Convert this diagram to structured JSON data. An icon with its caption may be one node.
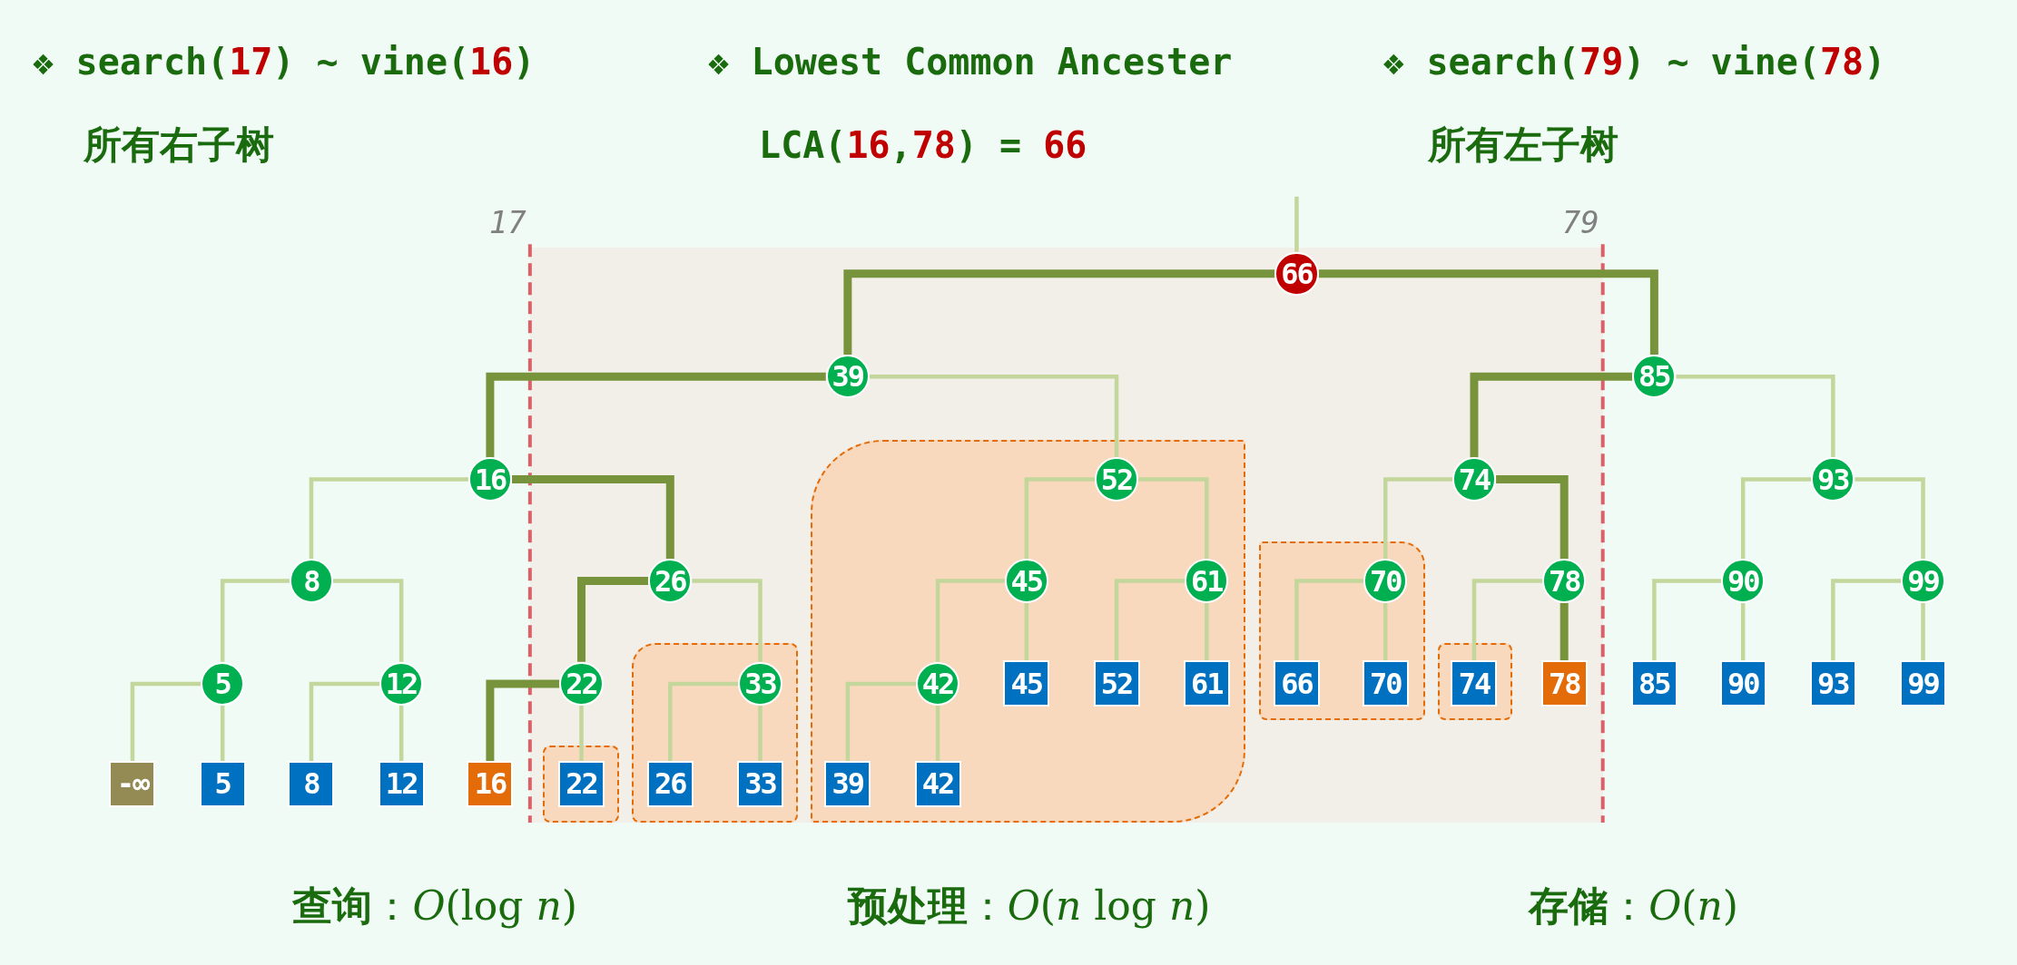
{
  "diagram": {
    "nodes": [
      {
        "text": [
          "66"
        ]
      },
      {
        "text": [
          "39"
        ]
      },
      {
        "text": [
          "85"
        ]
      },
      {
        "text": [
          "16"
        ]
      },
      {
        "text": [
          "52"
        ]
      },
      {
        "text": [
          "74"
        ]
      },
      {
        "text": [
          "93"
        ]
      },
      {
        "text": [
          "8"
        ]
      },
      {
        "text": [
          "26"
        ]
      },
      {
        "text": [
          "45"
        ]
      },
      {
        "text": [
          "61"
        ]
      },
      {
        "text": [
          "70"
        ]
      },
      {
        "text": [
          "78"
        ]
      },
      {
        "text": [
          "90"
        ]
      },
      {
        "text": [
          "99"
        ]
      },
      {
        "text": [
          "5"
        ]
      },
      {
        "text": [
          "12"
        ]
      },
      {
        "text": [
          "22"
        ]
      },
      {
        "text": [
          "33"
        ]
      },
      {
        "text": [
          "42"
        ]
      },
      {
        "text": [
          "45"
        ]
      },
      {
        "text": [
          "52"
        ]
      },
      {
        "text": [
          "61"
        ]
      },
      {
        "text": [
          "66"
        ]
      },
      {
        "text": [
          "70"
        ]
      },
      {
        "text": [
          "74"
        ]
      },
      {
        "text": [
          "78"
        ]
      },
      {
        "text": [
          "85"
        ]
      },
      {
        "text": [
          "90"
        ]
      },
      {
        "text": [
          "93"
        ]
      },
      {
        "text": [
          "99"
        ]
      },
      {
        "text": [
          "-∞"
        ]
      },
      {
        "text": [
          "5"
        ]
      },
      {
        "text": [
          "8"
        ]
      },
      {
        "text": [
          "12"
        ]
      },
      {
        "text": [
          "16"
        ]
      },
      {
        "text": [
          "22"
        ]
      },
      {
        "text": [
          "26"
        ]
      },
      {
        "text": [
          "33"
        ]
      },
      {
        "text": [
          "39"
        ]
      },
      {
        "text": [
          "42"
        ]
      }
    ],
    "edges": [
      {
        "from": 0,
        "to": 1,
        "arrow": "none",
        "style": "thick",
        "color": "#77933c"
      },
      {
        "from": 0,
        "to": 2,
        "arrow": "none",
        "style": "thick",
        "color": "#77933c"
      },
      {
        "from": 1,
        "to": 3,
        "arrow": "none",
        "style": "thick",
        "color": "#77933c"
      },
      {
        "from": 1,
        "to": 4,
        "arrow": "none"
      },
      {
        "from": 2,
        "to": 5,
        "arrow": "none",
        "style": "thick",
        "color": "#77933c"
      },
      {
        "from": 2,
        "to": 6,
        "arrow": "none"
      },
      {
        "from": 3,
        "to": 7,
        "arrow": "none"
      },
      {
        "from": 3,
        "to": 8,
        "arrow": "none",
        "style": "thick",
        "color": "#77933c"
      },
      {
        "from": 4,
        "to": 9,
        "arrow": "none"
      },
      {
        "from": 4,
        "to": 10,
        "arrow": "none"
      },
      {
        "from": 5,
        "to": 11,
        "arrow": "none"
      },
      {
        "from": 5,
        "to": 12,
        "arrow": "none",
        "style": "thick",
        "color": "#77933c"
      },
      {
        "from": 6,
        "to": 13,
        "arrow": "none"
      },
      {
        "from": 6,
        "to": 14,
        "arrow": "none"
      },
      {
        "from": 7,
        "to": 15,
        "arrow": "none"
      },
      {
        "from": 7,
        "to": 16,
        "arrow": "none"
      },
      {
        "from": 8,
        "to": 17,
        "arrow": "none",
        "style": "thick",
        "color": "#77933c"
      },
      {
        "from": 8,
        "to": 18,
        "arrow": "none"
      },
      {
        "from": 9,
        "to": 19,
        "arrow": "none"
      },
      {
        "from": 9,
        "to": 20,
        "arrow": "none"
      },
      {
        "from": 10,
        "to": 21,
        "arrow": "none"
      },
      {
        "from": 10,
        "to": 22,
        "arrow": "none"
      },
      {
        "from": 11,
        "to": 23,
        "arrow": "none"
      },
      {
        "from": 11,
        "to": 24,
        "arrow": "none"
      },
      {
        "from": 12,
        "to": 25,
        "arrow": "none"
      },
      {
        "from": 12,
        "to": 26,
        "arrow": "none",
        "style": "thick",
        "color": "#77933c"
      },
      {
        "from": 13,
        "to": 27,
        "arrow": "none"
      },
      {
        "from": 13,
        "to": 28,
        "arrow": "none"
      },
      {
        "from": 14,
        "to": 29,
        "arrow": "none"
      },
      {
        "from": 14,
        "to": 30,
        "arrow": "none"
      },
      {
        "from": 15,
        "to": 31,
        "arrow": "none"
      },
      {
        "from": 15,
        "to": 32,
        "arrow": "none"
      },
      {
        "from": 16,
        "to": 33,
        "arrow": "none"
      },
      {
        "from": 16,
        "to": 34,
        "arrow": "none"
      },
      {
        "from": 17,
        "to": 35,
        "arrow": "none",
        "style": "thick",
        "color": "#77933c"
      },
      {
        "from": 17,
        "to": 36,
        "arrow": "none"
      },
      {
        "from": 18,
        "to": 37,
        "arrow": "none"
      },
      {
        "from": 18,
        "to": 38,
        "arrow": "none"
      },
      {
        "from": 19,
        "to": 39,
        "arrow": "none"
      },
      {
        "from": 19,
        "to": 40,
        "arrow": "none"
      },
      {
        "from": null,
        "to": 0,
        "arrow": "none"
      }
    ],
    "labels": [
      "❖ search(17) ~ vine(16)",
      "❖ Lowest Common Ancester",
      "❖ search(79) ~ vine(78)",
      "所有右子树",
      "LCA(16,78) = 66",
      "所有左子树",
      "17",
      "79",
      "**查询**：*O*(log *n*)",
      "**预处理**：*O*(*n* log *n*)",
      "**存储**：*O*(*n*)"
    ]
  }
}
